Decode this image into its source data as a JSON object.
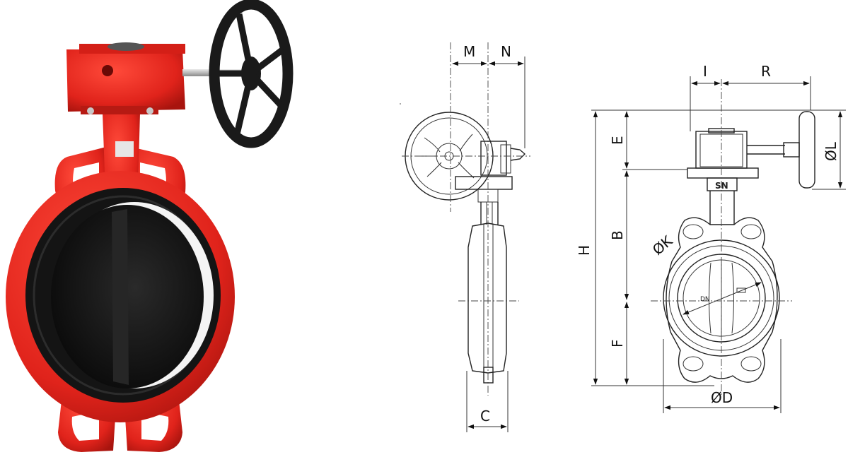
{
  "colors": {
    "valve_body": "#e0231b",
    "liner": "#111111",
    "wheel": "#1a1a1a",
    "stem": "#b5b5b5",
    "line": "#222222"
  },
  "side_view": {
    "labels": {
      "m": "M",
      "n": "N",
      "c": "C"
    }
  },
  "front_view": {
    "labels": {
      "i": "I",
      "r": "R",
      "e": "E",
      "l": "ØL",
      "h": "H",
      "b": "B",
      "k": "ØK",
      "f": "F",
      "d": "ØD"
    },
    "markings": {
      "dn": "DN",
      "logo": "SN"
    }
  }
}
